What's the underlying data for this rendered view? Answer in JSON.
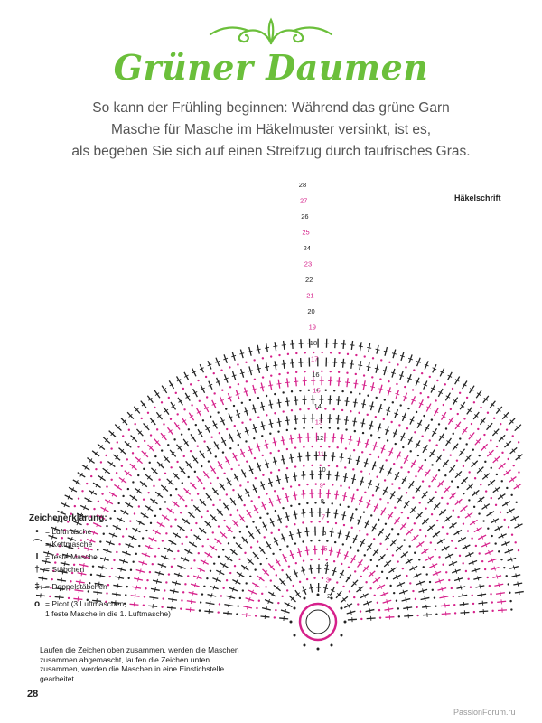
{
  "header": {
    "title": "Grüner Daumen",
    "subtitle_lines": [
      "So kann der Frühling beginnen: Während das grüne Garn",
      "Masche für Masche im Häkelmuster versinkt, ist es,",
      "als begeben Sie sich auf einen Streifzug durch taufrisches Gras."
    ]
  },
  "diagram": {
    "label": "Häkelschrift",
    "row_numbers": [
      "2",
      "3",
      "4",
      "5",
      "6",
      "7",
      "8",
      "9",
      "10",
      "11",
      "12",
      "13",
      "14",
      "15",
      "16",
      "17",
      "18",
      "19",
      "20",
      "21",
      "22",
      "23",
      "24",
      "25",
      "26",
      "27",
      "28"
    ],
    "colors": {
      "black": "#222222",
      "pink": "#d6218b"
    }
  },
  "legend": {
    "title": "Zeichenerklärung:",
    "items": [
      {
        "symbol": "•",
        "text": "= Luftmasche"
      },
      {
        "symbol": "⌒",
        "text": "= Kettmasche"
      },
      {
        "symbol": "I",
        "text": "= feste Masche"
      },
      {
        "symbol": "†",
        "text": "= Stäbchen"
      },
      {
        "symbol": "‡",
        "text": "= Doppelstäbchen"
      },
      {
        "symbol": "o",
        "text": "= Picot (3 Luftmaschen,\n1 feste Masche in die 1. Luftmasche)"
      }
    ]
  },
  "note": "Laufen die Zeichen oben zusammen, werden die Maschen zusammen abgemascht, laufen die Zeichen unten zusammen, werden die Maschen in eine Einstichstelle gearbeitet.",
  "footer": {
    "page_number": "28",
    "watermark": "PassionForum.ru"
  },
  "colors": {
    "title_green": "#6bbf3b",
    "pink": "#d6218b",
    "text": "#333333"
  }
}
